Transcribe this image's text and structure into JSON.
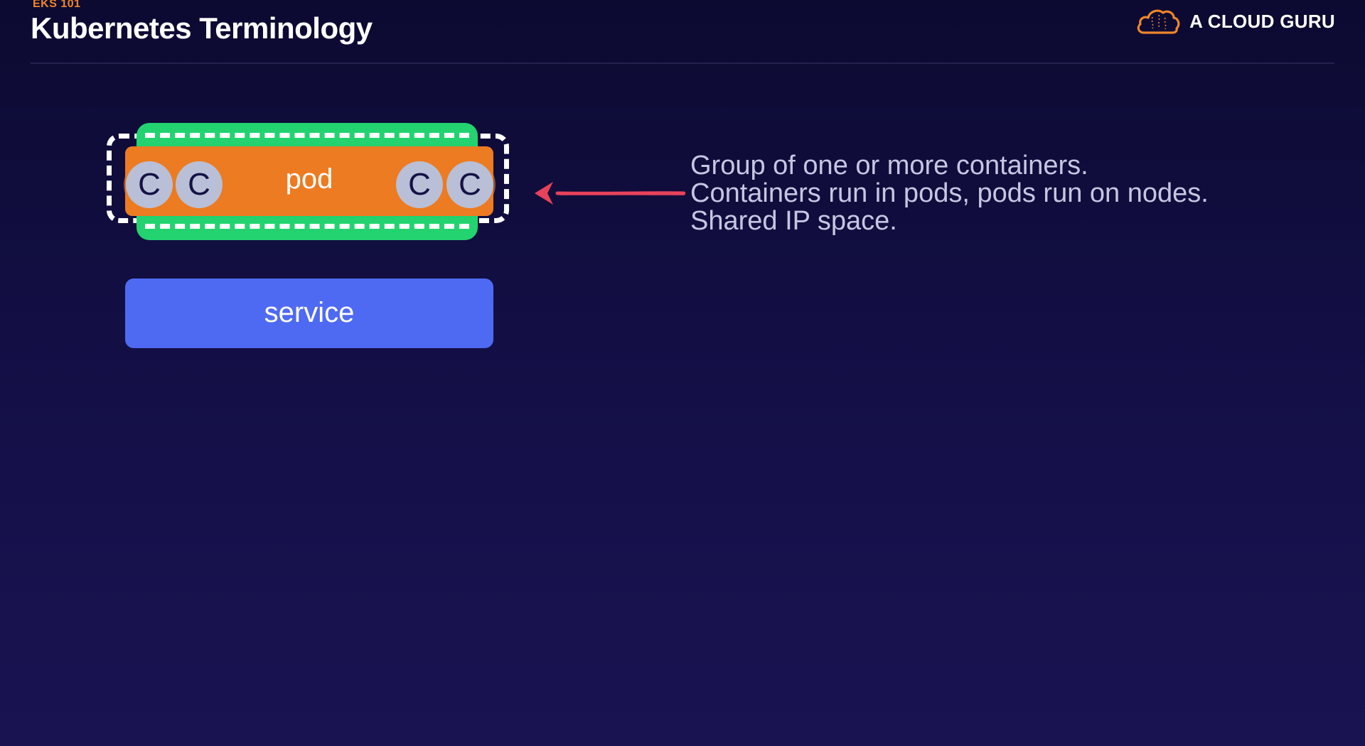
{
  "header": {
    "eyebrow": "EKS 101",
    "title": "Kubernetes Terminology"
  },
  "brand": {
    "name": "A CLOUD GURU",
    "logo_icon": "cloud-logo-icon",
    "logo_color": "#f0862a"
  },
  "diagram": {
    "pod_label": "pod",
    "container_label": "C",
    "service_label": "service",
    "colors": {
      "pod": "#ec7b22",
      "network": "#22d36f",
      "service": "#4f6af2",
      "container": "#b9bfd6",
      "arrow": "#e8425b"
    }
  },
  "description": {
    "lines": [
      "Group of one or more containers.",
      "Containers run in pods, pods run on nodes.",
      "Shared IP space."
    ]
  }
}
